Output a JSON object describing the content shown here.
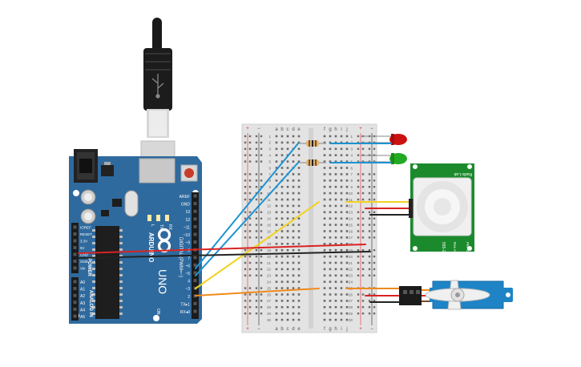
{
  "arduino": {
    "brand": "ARDUINO",
    "model": "UNO",
    "power_label": "POWER",
    "analog_label": "ANALOG IN",
    "digital_label": "DIGITAL (PWM=~)",
    "power_pins": [
      "IOREF",
      "RESET",
      "3.3V",
      "5V",
      "GND",
      "GND",
      "Vin"
    ],
    "analog_pins": [
      "A0",
      "A1",
      "A2",
      "A3",
      "A4",
      "A5"
    ],
    "digital_pins": [
      "AREF",
      "GND",
      "13",
      "12",
      "~11",
      "~10",
      "~9",
      "8",
      "7",
      "~6",
      "~5",
      "4",
      "~3",
      "2",
      "TX▸1",
      "RX◂0"
    ],
    "led_labels": [
      "L",
      "TX",
      "RX"
    ],
    "on_label": "ON"
  },
  "breadboard": {
    "columns_left": [
      "a",
      "b",
      "c",
      "d",
      "e"
    ],
    "columns_right": [
      "f",
      "g",
      "h",
      "i",
      "j"
    ],
    "rows": [
      "1",
      "2",
      "3",
      "4",
      "5",
      "6",
      "7",
      "8",
      "9",
      "10",
      "11",
      "12",
      "13",
      "14",
      "15",
      "16",
      "17",
      "18",
      "19",
      "20",
      "21",
      "22",
      "23",
      "24",
      "25",
      "26",
      "27",
      "28",
      "29",
      "30"
    ],
    "rail_plus": "+",
    "rail_minus": "−"
  },
  "pir_sensor": {
    "label_top": "Radio Lab",
    "label_bottom": "555-28027",
    "label_side": "PIR Sensor",
    "label_rev": "Rev A"
  },
  "colors": {
    "board": "#2f6a9e",
    "breadboard": "#e3e3e3",
    "wire_blue": "#1d93d1",
    "wire_yellow": "#f2d220",
    "wire_red": "#d92323",
    "wire_black": "#222222",
    "wire_orange": "#ee8a1c",
    "pir_board": "#1a8a2c",
    "servo": "#1e84c6",
    "led_red": "#cc1111",
    "led_green": "#22aa22"
  }
}
